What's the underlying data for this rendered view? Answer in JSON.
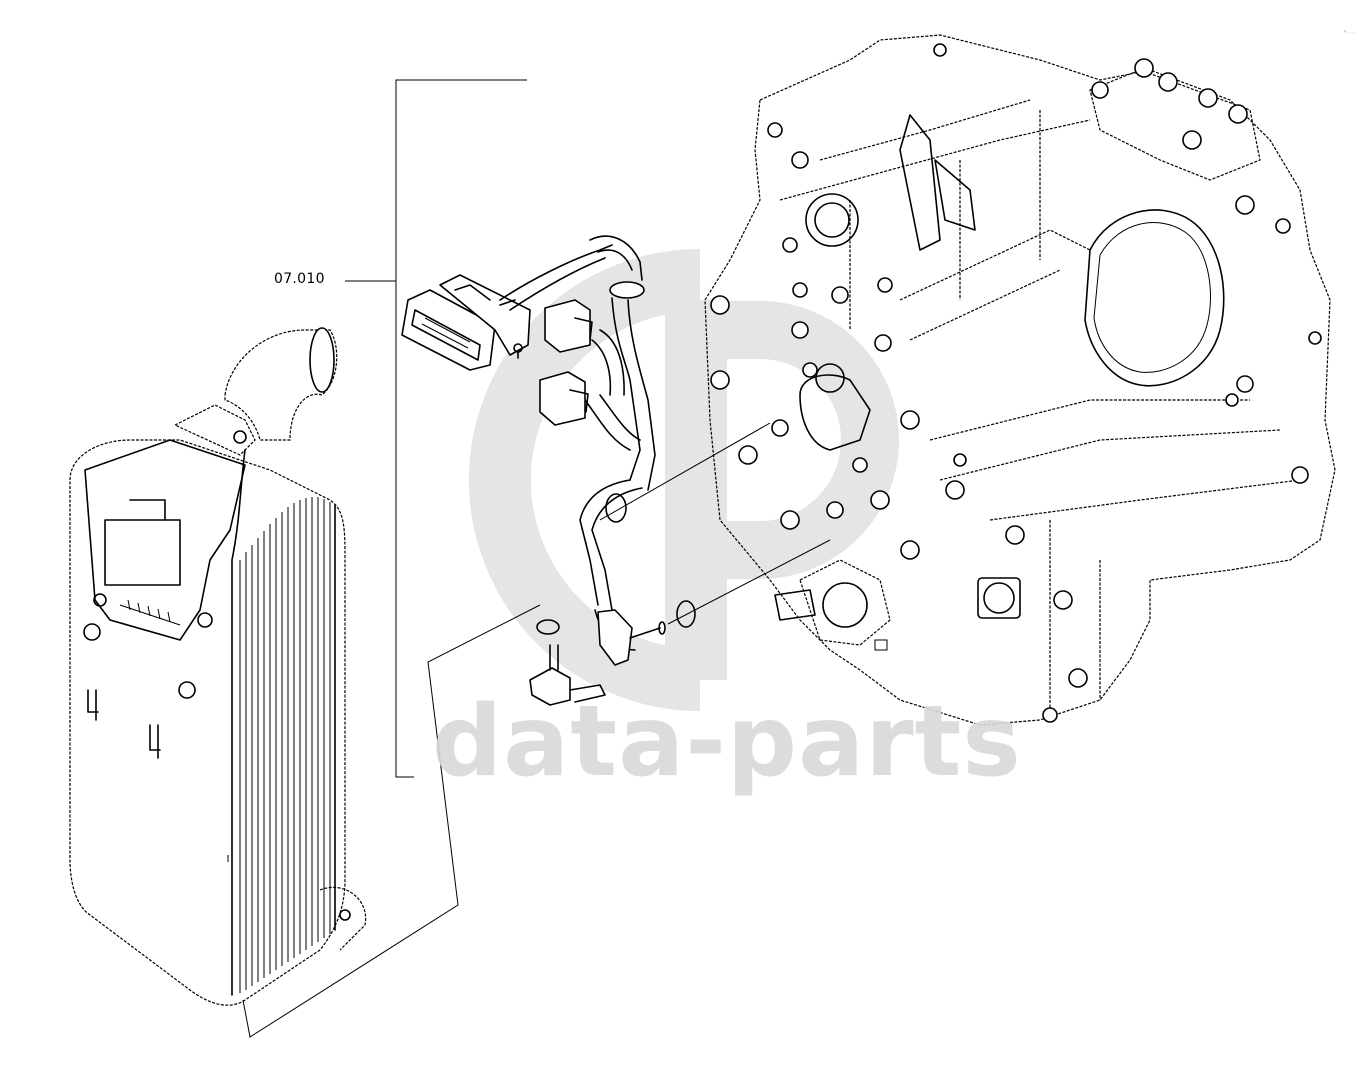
{
  "callout": {
    "label": "07.010"
  },
  "watermark": {
    "text": "data-parts",
    "logo": "gb-logo"
  },
  "corner_mark": "ⁿ˒ ˒˒˒"
}
